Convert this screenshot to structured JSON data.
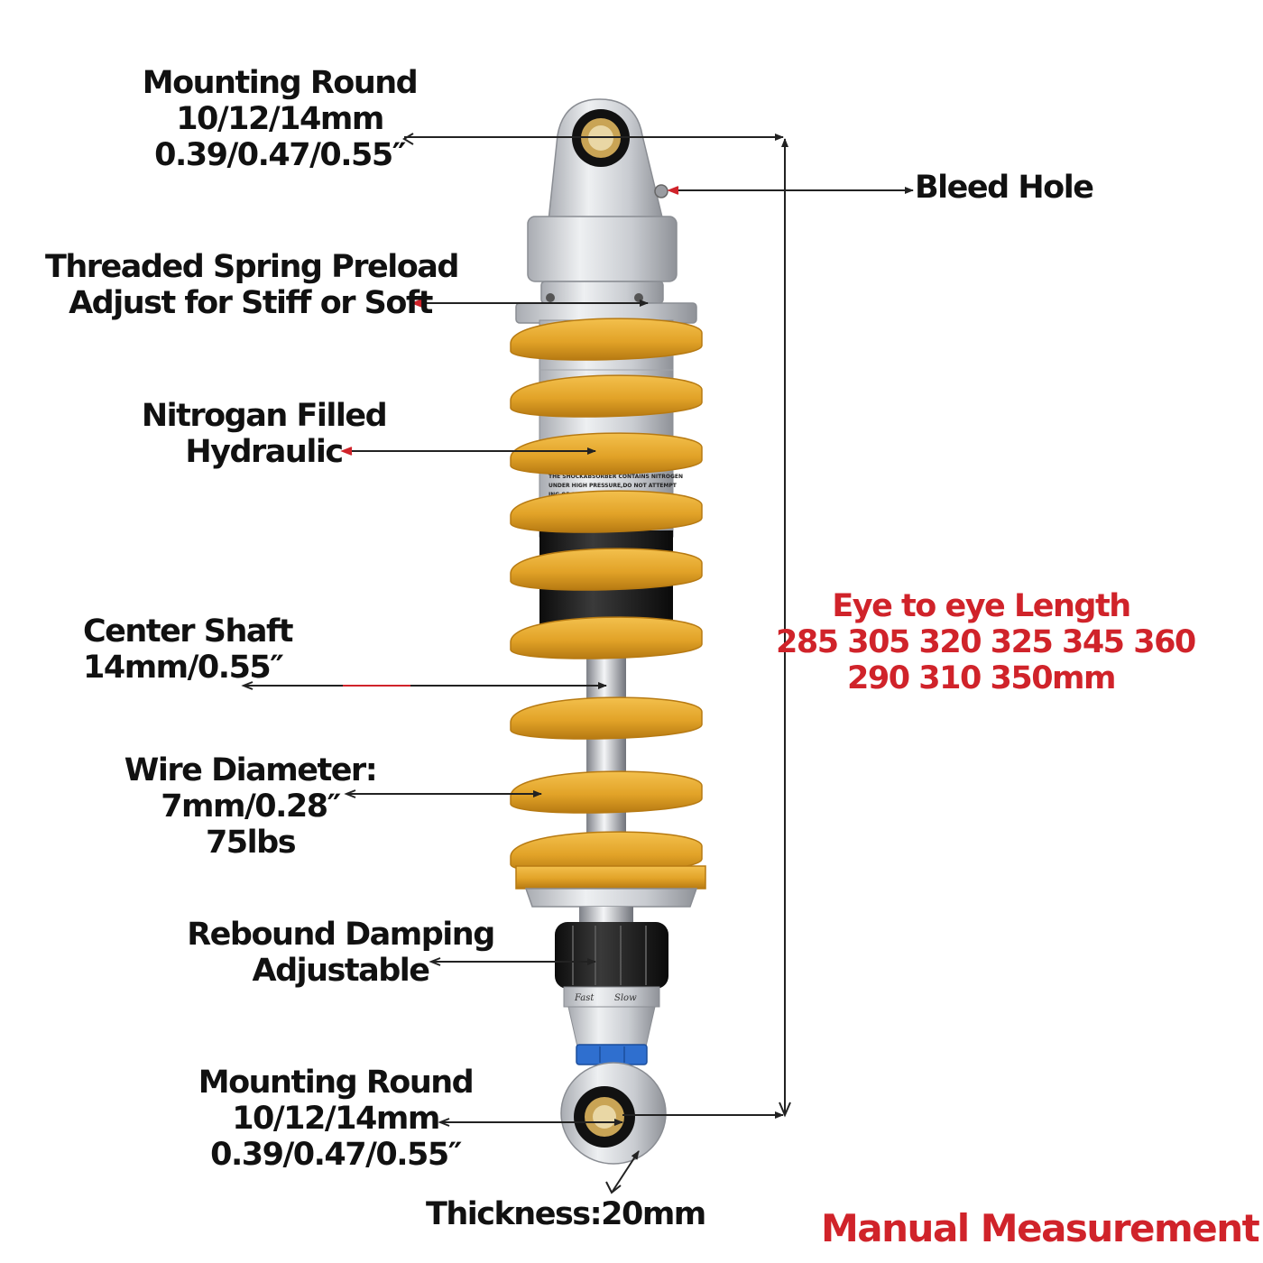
{
  "labels": {
    "mount_top": [
      "Mounting Round",
      "10/12/14mm",
      "0.39/0.47/0.55″"
    ],
    "bleed_hole": "Bleed Hole",
    "preload": [
      "Threaded Spring Preload",
      "Adjust for Stiff or Soft"
    ],
    "nitrogen": [
      "Nitrogan Filled",
      "Hydraulic"
    ],
    "center_shaft": [
      "Center Shaft",
      "14mm/0.55″"
    ],
    "wire": [
      "Wire Diameter:",
      "7mm/0.28″",
      "75lbs"
    ],
    "rebound": [
      "Rebound Damping",
      "Adjustable"
    ],
    "mount_bottom": [
      "Mounting Round",
      "10/12/14mm",
      "0.39/0.47/0.55″"
    ],
    "thickness": "Thickness:20mm",
    "eye_length": [
      "Eye to eye Length",
      "285 305 320 325 345 360",
      "290 310 350mm"
    ],
    "manual": "Manual Measurement",
    "body_sticker": [
      "THE SHOCKABSORBER CONTAINS NITROGEN",
      "UNDER HIGH PRESSURE,DO NOT ATTEMPT",
      "ING OR REBUILDING THE SHOCK"
    ],
    "adjuster_marks": [
      "Fast",
      "Slow"
    ]
  },
  "colors": {
    "spring": "#e2a328",
    "spring_shadow": "#b77a12",
    "aluminum": "#d4d6da",
    "black_body": "#1a1a1a",
    "blue_nut": "#2f6fcf",
    "accent_red": "#d0232a",
    "line": "#222222"
  }
}
